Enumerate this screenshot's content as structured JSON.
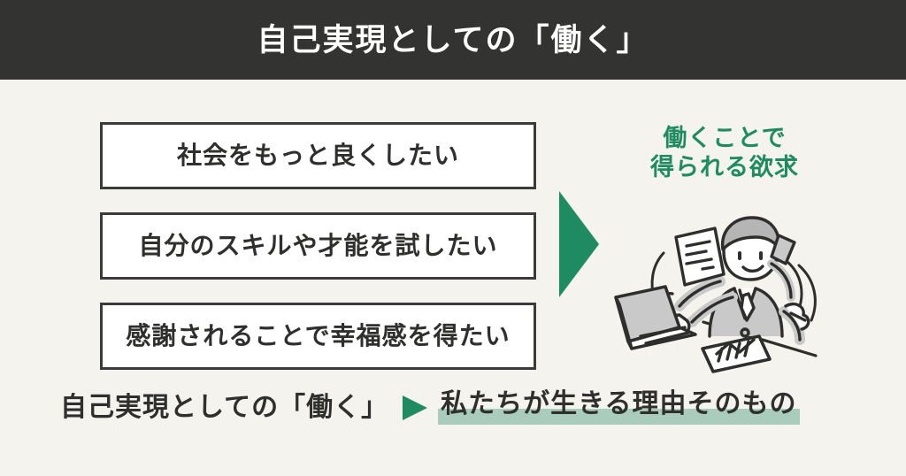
{
  "header": {
    "title": "自己実現としての「働く」"
  },
  "statements": {
    "items": [
      {
        "text": "社会をもっと良くしたい"
      },
      {
        "text": "自分のスキルや才能を試したい"
      },
      {
        "text": "感謝されることで幸福感を得たい"
      }
    ]
  },
  "arrow": {
    "name": "right-arrow-icon"
  },
  "right_panel": {
    "caption_line1": "働くことで",
    "caption_line2": "得られる欲求",
    "illustration_name": "busy-businessman-multitasking-illustration"
  },
  "conclusion": {
    "lead": "自己実現としての「働く」",
    "arrow_name": "right-arrow-icon",
    "emphasis": "私たちが生きる理由そのもの"
  },
  "colors": {
    "header_background": "#333331",
    "page_background": "#f4f3ee",
    "accent_green": "#1f8b63",
    "highlight_green": "#a9ccbd",
    "box_border": "#3b3b39",
    "box_fill": "#ffffff",
    "text_dark": "#2f2f2d",
    "text_light": "#ffffff",
    "illustration_line": "#2e2e2c",
    "illustration_fill": "#c9c9c9"
  }
}
